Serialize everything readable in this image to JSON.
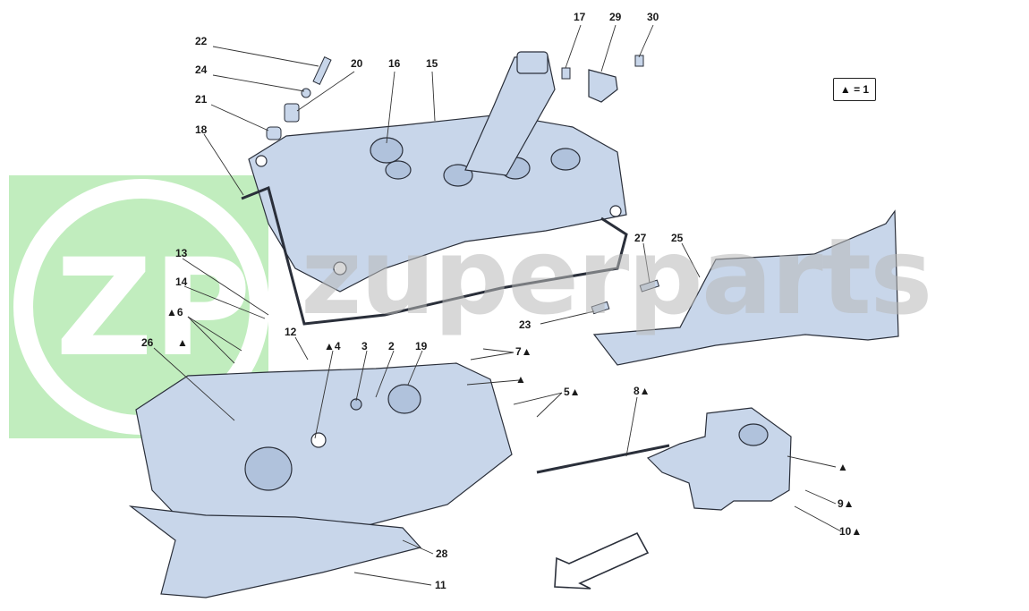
{
  "legend": "▲ = 1",
  "watermark": "zuperparts",
  "callouts": [
    {
      "id": "22",
      "text": "22"
    },
    {
      "id": "24",
      "text": "24"
    },
    {
      "id": "20",
      "text": "20"
    },
    {
      "id": "21",
      "text": "21"
    },
    {
      "id": "16",
      "text": "16"
    },
    {
      "id": "15",
      "text": "15"
    },
    {
      "id": "18",
      "text": "18"
    },
    {
      "id": "17",
      "text": "17"
    },
    {
      "id": "29",
      "text": "29"
    },
    {
      "id": "30",
      "text": "30"
    },
    {
      "id": "13",
      "text": "13"
    },
    {
      "id": "14",
      "text": "14"
    },
    {
      "id": "6",
      "text": "▲6"
    },
    {
      "id": "26",
      "text": "26"
    },
    {
      "id": "tri1",
      "text": "▲"
    },
    {
      "id": "12",
      "text": "12"
    },
    {
      "id": "4",
      "text": "▲4"
    },
    {
      "id": "3",
      "text": "3"
    },
    {
      "id": "2",
      "text": "2"
    },
    {
      "id": "19",
      "text": "19"
    },
    {
      "id": "27",
      "text": "27"
    },
    {
      "id": "25",
      "text": "25"
    },
    {
      "id": "23",
      "text": "23"
    },
    {
      "id": "7",
      "text": "7▲"
    },
    {
      "id": "tri2",
      "text": "▲"
    },
    {
      "id": "5",
      "text": "5▲"
    },
    {
      "id": "8",
      "text": "8▲"
    },
    {
      "id": "tri3",
      "text": "▲"
    },
    {
      "id": "9",
      "text": "9▲"
    },
    {
      "id": "10",
      "text": "10▲"
    },
    {
      "id": "28",
      "text": "28"
    },
    {
      "id": "11",
      "text": "11"
    }
  ],
  "colors": {
    "part_fill": "#c8d6ea",
    "part_stroke": "#2a2f3a",
    "watermark_green": "#8fe08a",
    "watermark_gray": "#b9b9b9"
  }
}
